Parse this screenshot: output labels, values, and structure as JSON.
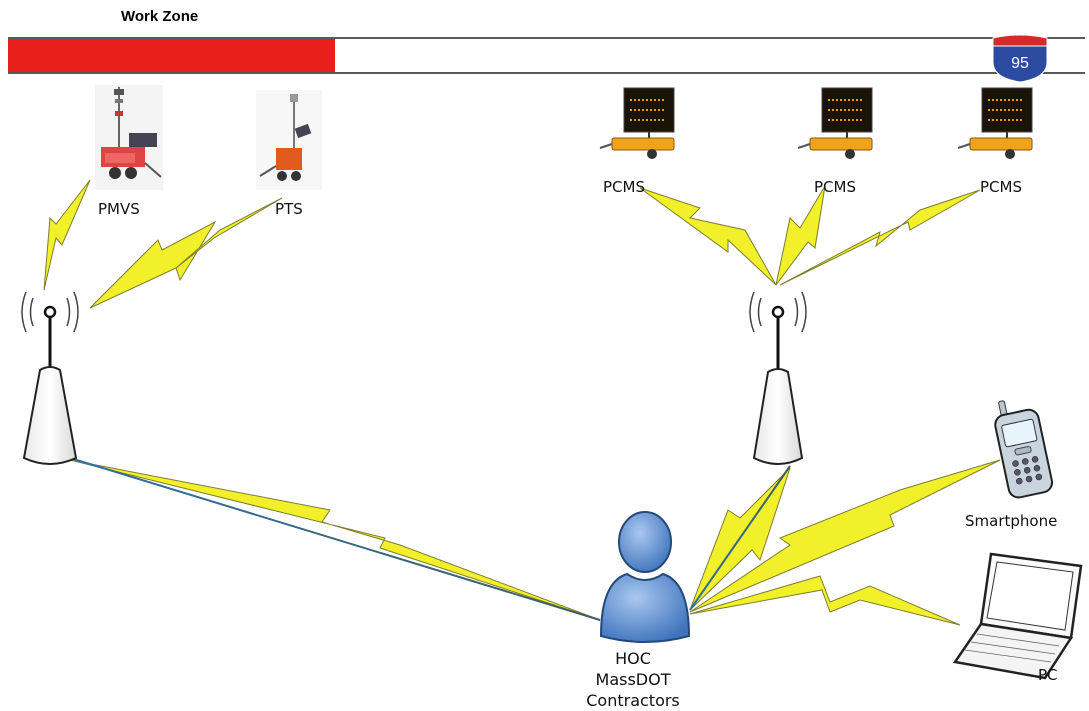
{
  "title": "Work Zone",
  "highway_shield": "95",
  "devices": {
    "pmvs": "PMVS",
    "pts": "PTS",
    "pcms1": "PCMS",
    "pcms2": "PCMS",
    "pcms3": "PCMS"
  },
  "endpoints": {
    "smartphone": "Smartphone",
    "pc": "PC"
  },
  "hoc": [
    "HOC",
    "MassDOT",
    "Contractors"
  ],
  "colors": {
    "work_zone_bar": "#e8201c",
    "shield_blue": "#2b4aa0",
    "shield_red": "#d42a2a",
    "lightning": "#f1f02a",
    "person_blue": "#5b8fd0"
  },
  "icons": [
    "antenna-tower-icon",
    "person-icon",
    "smartphone-icon",
    "laptop-icon",
    "camera-trailer-icon",
    "sensor-trailer-icon",
    "message-sign-icon",
    "interstate-shield-icon"
  ]
}
